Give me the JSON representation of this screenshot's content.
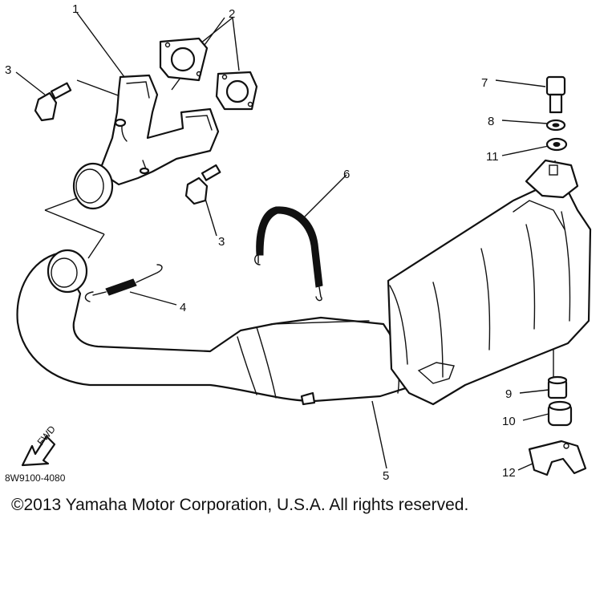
{
  "diagram": {
    "callouts": {
      "p1": "1",
      "p2": "2",
      "p3a": "3",
      "p3b": "3",
      "p4": "4",
      "p5": "5",
      "p6": "6",
      "p7": "7",
      "p8": "8",
      "p9": "9",
      "p10": "10",
      "p11": "11",
      "p12": "12"
    },
    "fwd_label": "FWD",
    "drawing_code": "8W9100-4080",
    "copyright": "©2013 Yamaha Motor Corporation, U.S.A. All rights reserved."
  }
}
